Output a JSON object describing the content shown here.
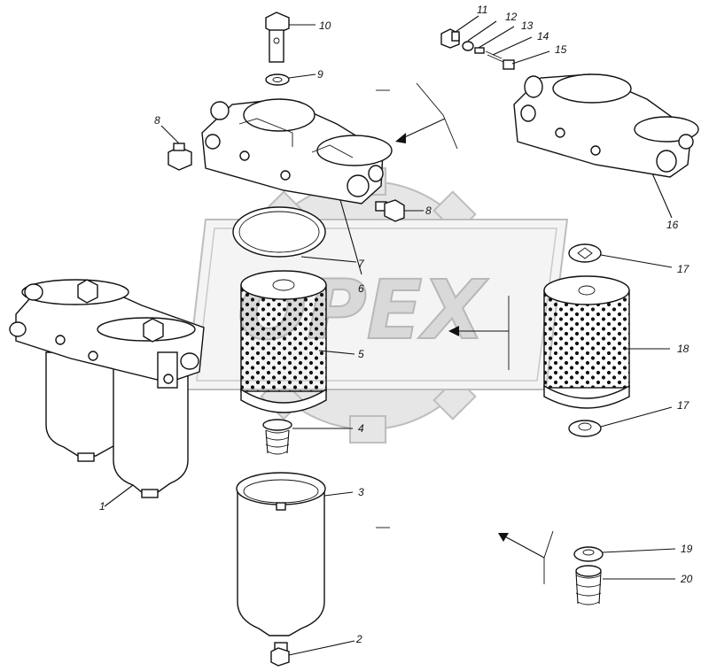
{
  "watermark": {
    "text": "OPEX",
    "color": "#c8c8c8"
  },
  "callouts": [
    {
      "id": "1",
      "text": "1"
    },
    {
      "id": "2",
      "text": "2"
    },
    {
      "id": "3",
      "text": "3"
    },
    {
      "id": "4",
      "text": "4"
    },
    {
      "id": "5",
      "text": "5"
    },
    {
      "id": "6",
      "text": "6"
    },
    {
      "id": "7",
      "text": "7"
    },
    {
      "id": "8a",
      "text": "8"
    },
    {
      "id": "8b",
      "text": "8"
    },
    {
      "id": "9",
      "text": "9"
    },
    {
      "id": "10",
      "text": "10"
    },
    {
      "id": "11",
      "text": "11"
    },
    {
      "id": "12",
      "text": "12"
    },
    {
      "id": "13",
      "text": "13"
    },
    {
      "id": "14",
      "text": "14"
    },
    {
      "id": "15",
      "text": "15"
    },
    {
      "id": "16",
      "text": "16"
    },
    {
      "id": "17a",
      "text": "17"
    },
    {
      "id": "17b",
      "text": "17"
    },
    {
      "id": "18",
      "text": "18"
    },
    {
      "id": "19",
      "text": "19"
    },
    {
      "id": "20",
      "text": "20"
    }
  ]
}
